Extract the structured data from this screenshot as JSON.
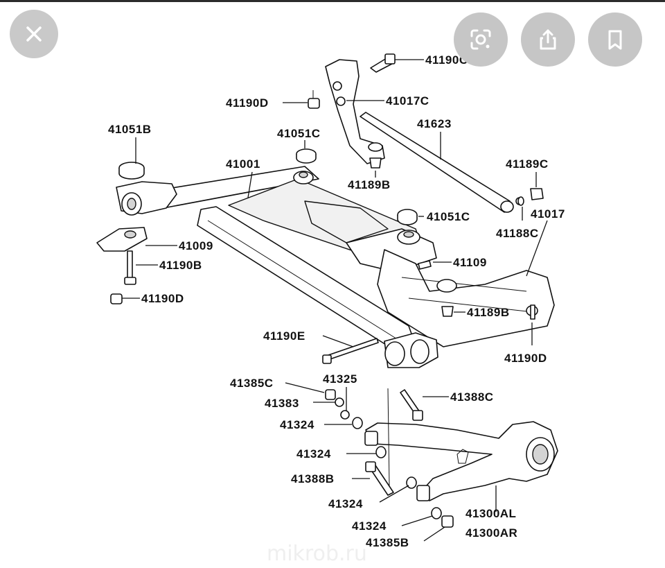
{
  "toolbar": {
    "close_icon": "close-icon",
    "lens_icon": "lens-search-icon",
    "share_icon": "share-icon",
    "bookmark_icon": "bookmark-icon"
  },
  "watermark": "mikrob.ru",
  "labels": {
    "l41190C": "41190C",
    "l41190D_top": "41190D",
    "l41017C": "41017C",
    "l41623": "41623",
    "l41051B": "41051B",
    "l41051C_top": "41051C",
    "l41001": "41001",
    "l41189B_top": "41189B",
    "l41189C": "41189C",
    "l41188C": "41188C",
    "l41017": "41017",
    "l41051C_mid": "41051C",
    "l41009": "41009",
    "l41190B": "41190B",
    "l41109": "41109",
    "l41190D_left": "41190D",
    "l41189B_mid": "41189B",
    "l41190E": "41190E",
    "l41190D_right": "41190D",
    "l41385C": "41385C",
    "l41325": "41325",
    "l41388C": "41388C",
    "l41383": "41383",
    "l41324_a": "41324",
    "l41324_b": "41324",
    "l41388B": "41388B",
    "l41324_c": "41324",
    "l41300AL": "41300AL",
    "l41324_d": "41324",
    "l41300AR": "41300AR",
    "l41385B": "41385B"
  }
}
